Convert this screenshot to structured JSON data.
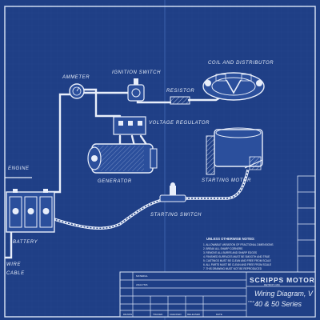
{
  "sheet": {
    "ref": ""
  },
  "labels": {
    "ammeter": "AMMETER",
    "ignition_switch": "IGNITION SWITCH",
    "resistor": "RESISTOR",
    "coil_and_distributor": "COIL AND DISTRIBUTOR",
    "voltage_regulator": "VOLTAGE REGULATOR",
    "generator": "GENERATOR",
    "starting_motor": "STARTING MOTOR",
    "starting_switch": "STARTING SWITCH",
    "engine": "ENGINE",
    "battery": "BATTERY",
    "wire": "WIRE",
    "cable": "CABLE"
  },
  "notes": {
    "title": "UNLESS OTHERWISE NOTED:",
    "items": [
      "1. ALLOWABLE VARIATION OF FRACTIONAL DIMENSIONS",
      "2. BREAK ALL SHARP CORNERS",
      "3. REMOVE ALL BURRS AND SHARP EDGES",
      "4. FINISHED SURFACES MUST BE SMOOTH AND TRUE",
      "5. CASTINGS MUST BE CLEAN AND FREE FROM SCALE",
      "6. ALL PARTS MUST BE CLEAN AND FREE FROM SCALE",
      "7. THIS DRAWING MUST NOT BE REPRODUCED"
    ]
  },
  "title_block": {
    "material": "MATERIAL",
    "analysis": "ANALYSIS",
    "drawn": "DRAWN",
    "traced": "TRACED",
    "checked": "CHECKED",
    "released": "RELEASED",
    "date": "DATE",
    "title_caption": "TITLE",
    "company": "SCRIPPS MOTOR",
    "city": "DETROIT, MIC",
    "drawing_title": "Wiring Diagram, V",
    "series": "40 & 50 Series"
  }
}
